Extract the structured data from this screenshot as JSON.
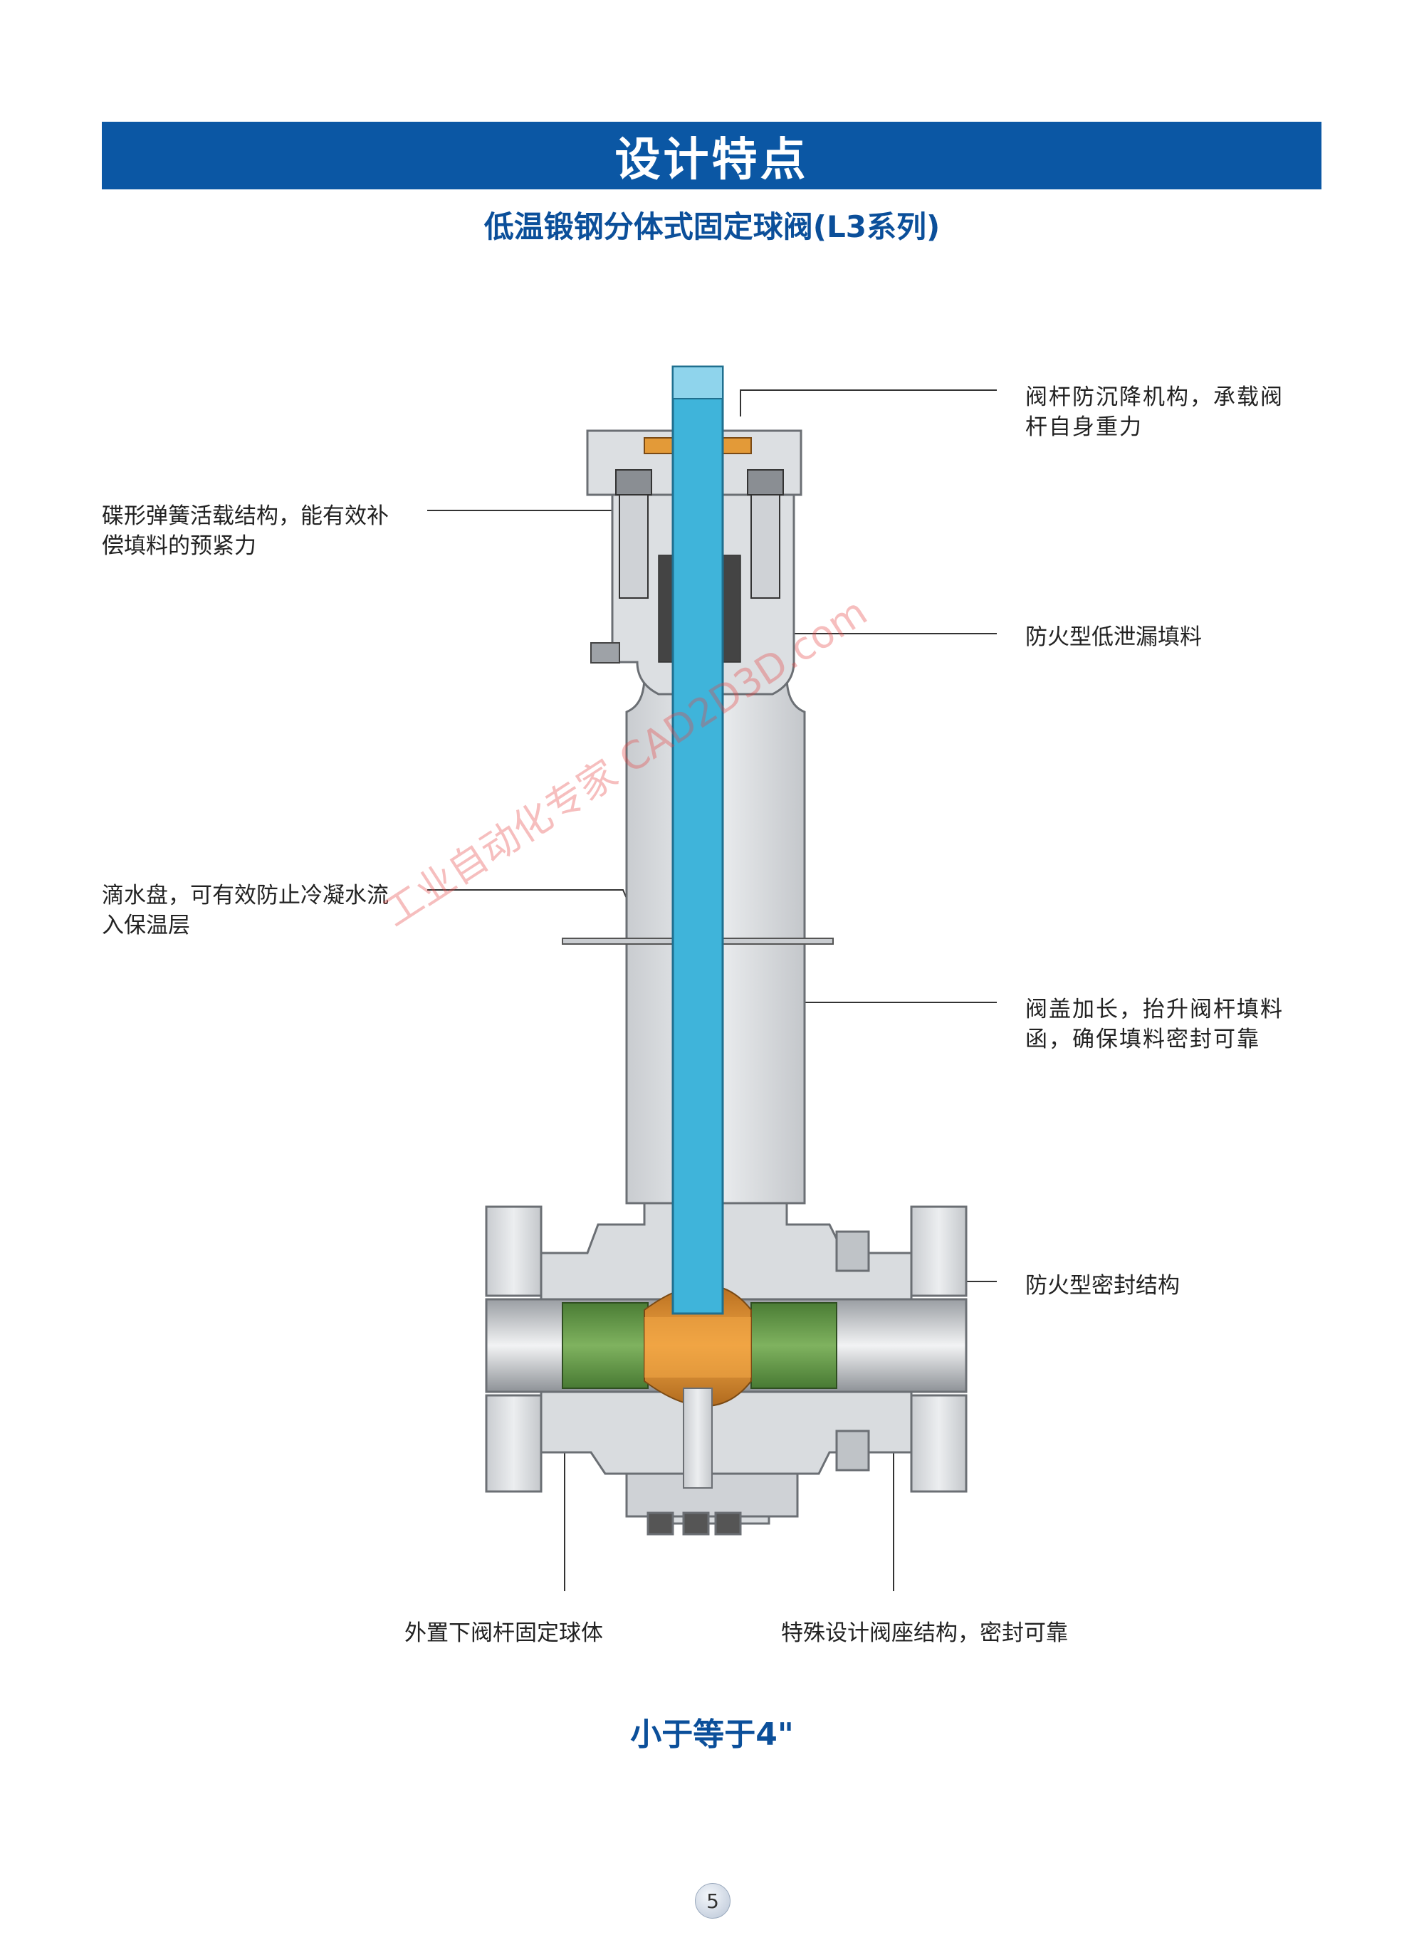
{
  "header": {
    "title": "设计特点"
  },
  "subtitle": "低温锻钢分体式固定球阀(L3系列)",
  "callouts": {
    "stem_anti_drop": [
      "阀杆防沉降机构，承载阀",
      "杆自身重力"
    ],
    "disc_spring": [
      "碟形弹簧活载结构，能有效补",
      "偿填料的预紧力"
    ],
    "fire_packing": [
      "防火型低泄漏填料"
    ],
    "drip_tray": [
      "滴水盘，可有效防止冷凝水流",
      "入保温层"
    ],
    "extended_bonnet": [
      "阀盖加长，抬升阀杆填料",
      "函，确保填料密封可靠"
    ],
    "fire_seal": [
      "防火型密封结构"
    ],
    "trunnion": [
      "外置下阀杆固定球体"
    ],
    "seat": [
      "特殊设计阀座结构，密封可靠"
    ]
  },
  "size_label": "小于等于4\"",
  "page_number": "5",
  "watermark": "工业自动化专家 CAD2D3D.com",
  "colors": {
    "banner": "#0b57a4",
    "title_text": "#0b4f9a",
    "stem": "#3fb4da",
    "ball": "#e0902f",
    "seat": "#5f9a46",
    "body_metal": "#d6d9dd",
    "body_outline": "#6b6f74"
  }
}
